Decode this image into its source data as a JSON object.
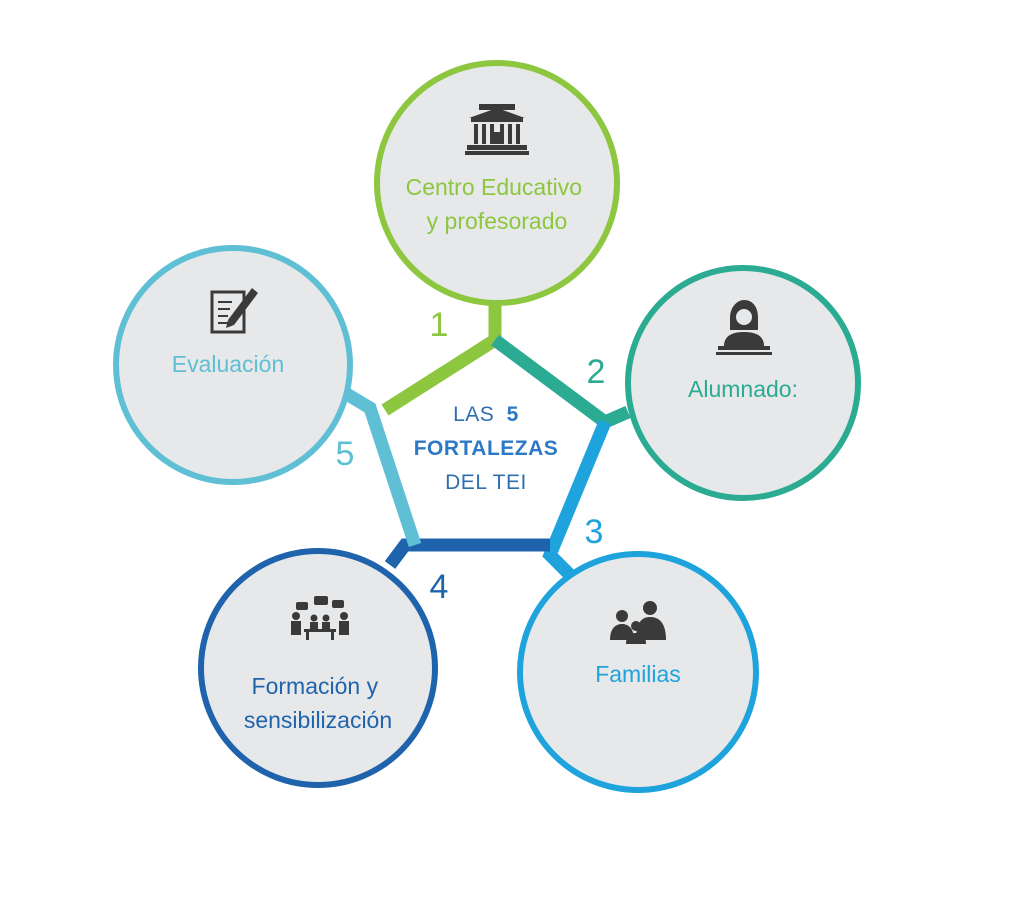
{
  "center": {
    "line1_prefix": "LAS",
    "line1_number": "5",
    "line2": "FORTALEZAS",
    "line3": "DEL TEI",
    "color_main": "#2f6fb0",
    "color_bold": "#2d79c5"
  },
  "nodes": [
    {
      "number": "1",
      "label_lines": [
        "Centro Educativo",
        "y profesorado"
      ],
      "icon": "school-building-icon",
      "color": "#8dc63f"
    },
    {
      "number": "2",
      "label_lines": [
        "Alumnado:"
      ],
      "icon": "student-reading-icon",
      "color": "#2bab91"
    },
    {
      "number": "3",
      "label_lines": [
        "Familias"
      ],
      "icon": "family-icon",
      "color": "#1ea3dd"
    },
    {
      "number": "4",
      "label_lines": [
        "Formación y",
        "sensibilización"
      ],
      "icon": "meeting-icon",
      "color": "#1f63ad"
    },
    {
      "number": "5",
      "label_lines": [
        "Evaluación"
      ],
      "icon": "pencil-document-icon",
      "color": "#5ebfd5"
    }
  ],
  "colors": {
    "circle_fill": "#e6e8ea",
    "icon_color": "#3a3a3a"
  }
}
